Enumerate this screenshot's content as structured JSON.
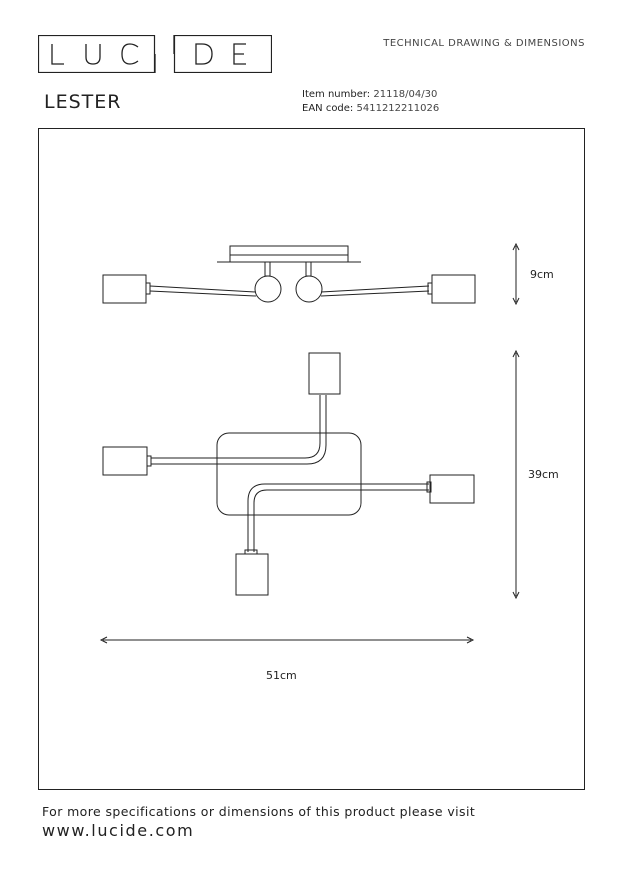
{
  "brand": {
    "logo_text": "LUCIDE"
  },
  "header": {
    "document_type": "TECHNICAL DRAWING & DIMENSIONS",
    "product_name": "LESTER",
    "item_number_label": "Item number:",
    "item_number": "21118/04/30",
    "ean_label": "EAN code:",
    "ean": "5411212211026"
  },
  "dimensions": {
    "height": "9cm",
    "depth": "39cm",
    "width": "51cm"
  },
  "footer": {
    "text": "For more specifications or dimensions of this product please visit",
    "url": "www.lucide.com"
  }
}
